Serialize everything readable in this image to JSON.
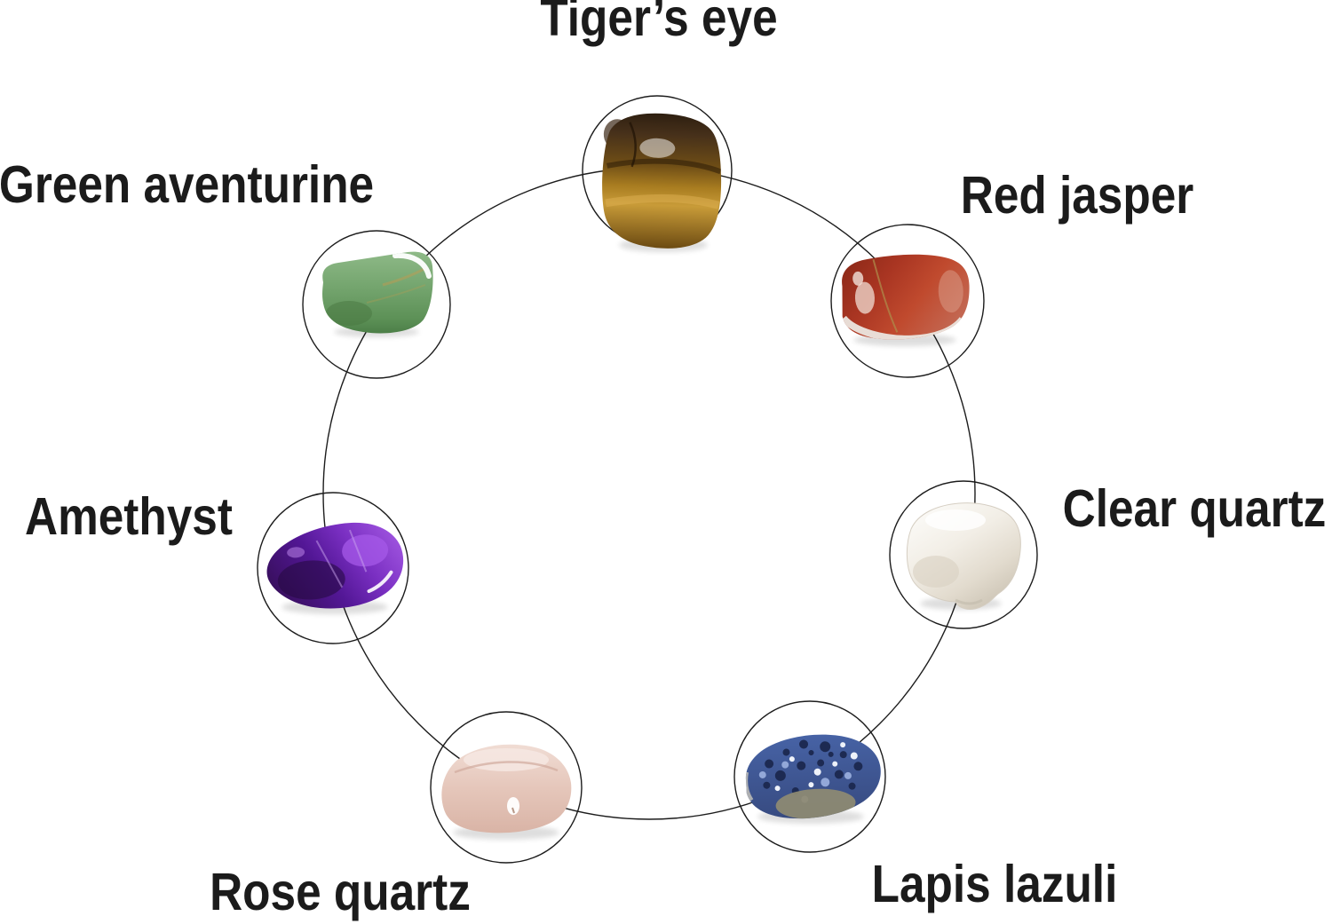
{
  "diagram": {
    "description": "Seven chakra tumbled stones arranged on a circle with labels",
    "ring_color": "#1c1c1c",
    "text_color": "#1b1b1b",
    "stones": [
      {
        "id": "tigers-eye",
        "label": "Tiger’s eye",
        "colors": [
          "#2e1f10",
          "#46301a",
          "#6e4d16",
          "#a87c20",
          "#c89b38",
          "#6b4a12"
        ]
      },
      {
        "id": "red-jasper",
        "label": "Red jasper",
        "colors": [
          "#8f2a19",
          "#a93522",
          "#c04a2e",
          "#c36a55",
          "#ebe6df"
        ]
      },
      {
        "id": "clear-quartz",
        "label": "Clear quartz",
        "colors": [
          "#fbfaf7",
          "#f2eee6",
          "#e2dbce",
          "#cfc7b8"
        ]
      },
      {
        "id": "lapis-lazuli",
        "label": "Lapis lazuli",
        "colors": [
          "#4763a6",
          "#36497e",
          "#1d2a52",
          "#8f8b72",
          "#eef2fa"
        ]
      },
      {
        "id": "rose-quartz",
        "label": "Rose quartz",
        "colors": [
          "#f1ded6",
          "#e5c6ba",
          "#d8b2a4"
        ]
      },
      {
        "id": "amethyst",
        "label": "Amethyst",
        "colors": [
          "#380f5e",
          "#531796",
          "#7a2fc2",
          "#9b50dc",
          "#260a42"
        ]
      },
      {
        "id": "green-aventurine",
        "label": "Green aventurine",
        "colors": [
          "#8fba88",
          "#73a46d",
          "#5d9157",
          "#4a7c45"
        ]
      }
    ]
  }
}
